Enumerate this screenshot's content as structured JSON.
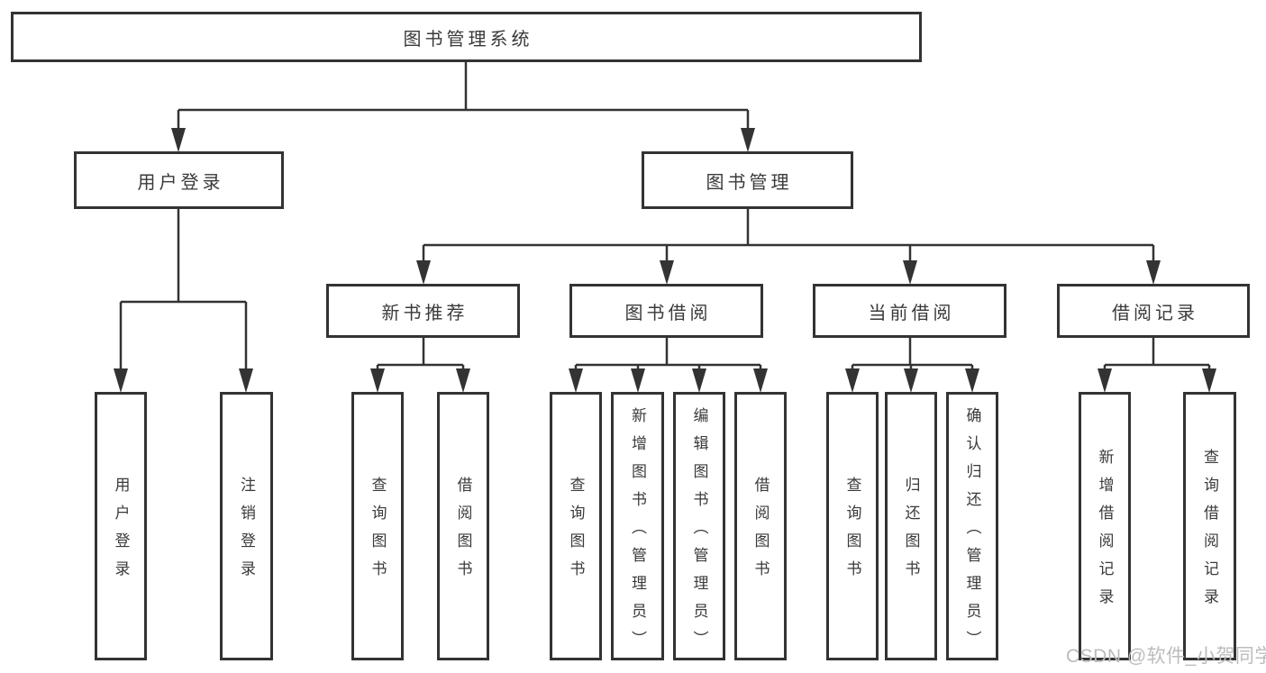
{
  "diagram": {
    "root": {
      "label": "图书管理系统"
    },
    "level2": {
      "user_login": {
        "label": "用户登录"
      },
      "book_mgmt": {
        "label": "图书管理"
      }
    },
    "level3": {
      "new_book_rec": {
        "label": "新书推荐"
      },
      "book_borrow": {
        "label": "图书借阅"
      },
      "current_borrow": {
        "label": "当前借阅"
      },
      "borrow_record": {
        "label": "借阅记录"
      }
    },
    "leaves": {
      "user_login": {
        "label": "用户登录"
      },
      "logout": {
        "label": "注销登录"
      },
      "nb_query_book": {
        "label": "查询图书"
      },
      "nb_borrow_book": {
        "label": "借阅图书"
      },
      "bb_query_book": {
        "label": "查询图书"
      },
      "bb_add_book": {
        "label": "新增图书（管理员）"
      },
      "bb_edit_book": {
        "label": "编辑图书（管理员）"
      },
      "bb_borrow_book": {
        "label": "借阅图书"
      },
      "cb_query_book": {
        "label": "查询图书"
      },
      "cb_return_book": {
        "label": "归还图书"
      },
      "cb_confirm_return": {
        "label": "确认归还（管理员）"
      },
      "br_add_record": {
        "label": "新增借阅记录"
      },
      "br_query_record": {
        "label": "查询借阅记录"
      }
    },
    "watermark": "CSDN @软件_小贺同学",
    "colors": {
      "line": "#333333",
      "box_border": "#333333",
      "box_bg": "#ffffff",
      "text": "#3a3a3a",
      "watermark": "#bcbcbc"
    }
  }
}
